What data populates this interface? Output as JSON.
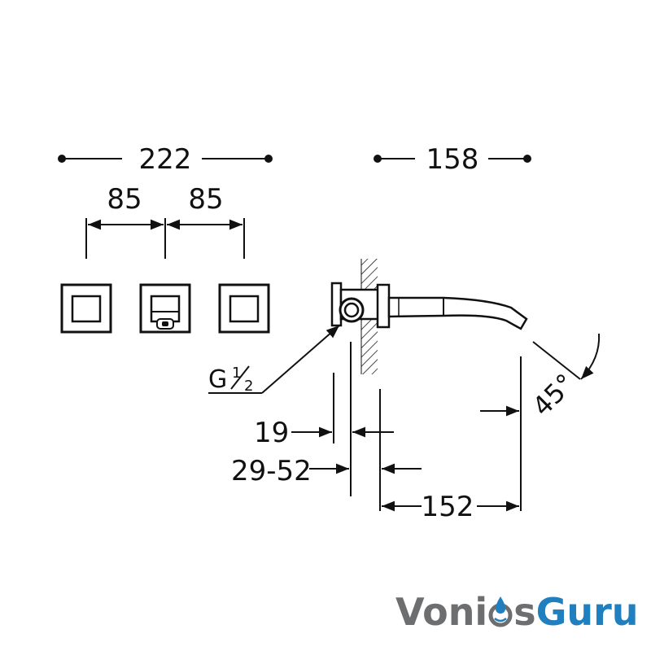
{
  "dimensions": {
    "overall_width": "222",
    "spacing_left": "85",
    "spacing_right": "85",
    "side_depth": "158",
    "thread": "G",
    "wall_19": "19",
    "wall_range": "29-52",
    "projection": "152",
    "angle": "45°"
  },
  "logo": {
    "text": "VoniosGuru",
    "part1": "Voni",
    "part2": "s",
    "part3": "Guru",
    "colors": {
      "grey": "#6d6e70",
      "blue": "#1f7fbf"
    }
  },
  "colors": {
    "line": "#111111",
    "background": "#ffffff"
  }
}
